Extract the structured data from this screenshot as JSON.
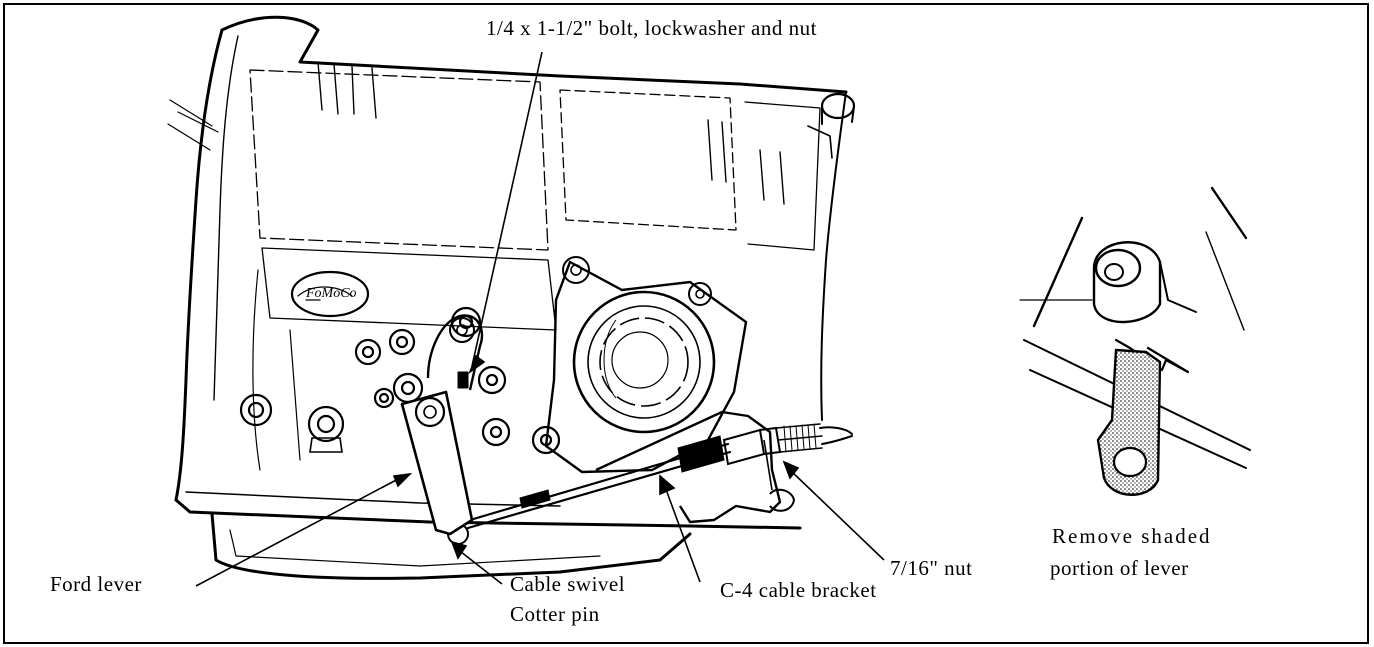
{
  "labels": {
    "bolt": "1/4 x 1-1/2\" bolt, lockwasher and nut",
    "remove_line1": "Remove shaded",
    "remove_line2": "portion of lever",
    "nut": "7/16\" nut",
    "ford_lever": "Ford lever",
    "cable_swivel": "Cable swivel",
    "cotter_pin": "Cotter pin",
    "cable_bracket": "C-4 cable bracket",
    "ford_logo": "FoMoCo"
  }
}
